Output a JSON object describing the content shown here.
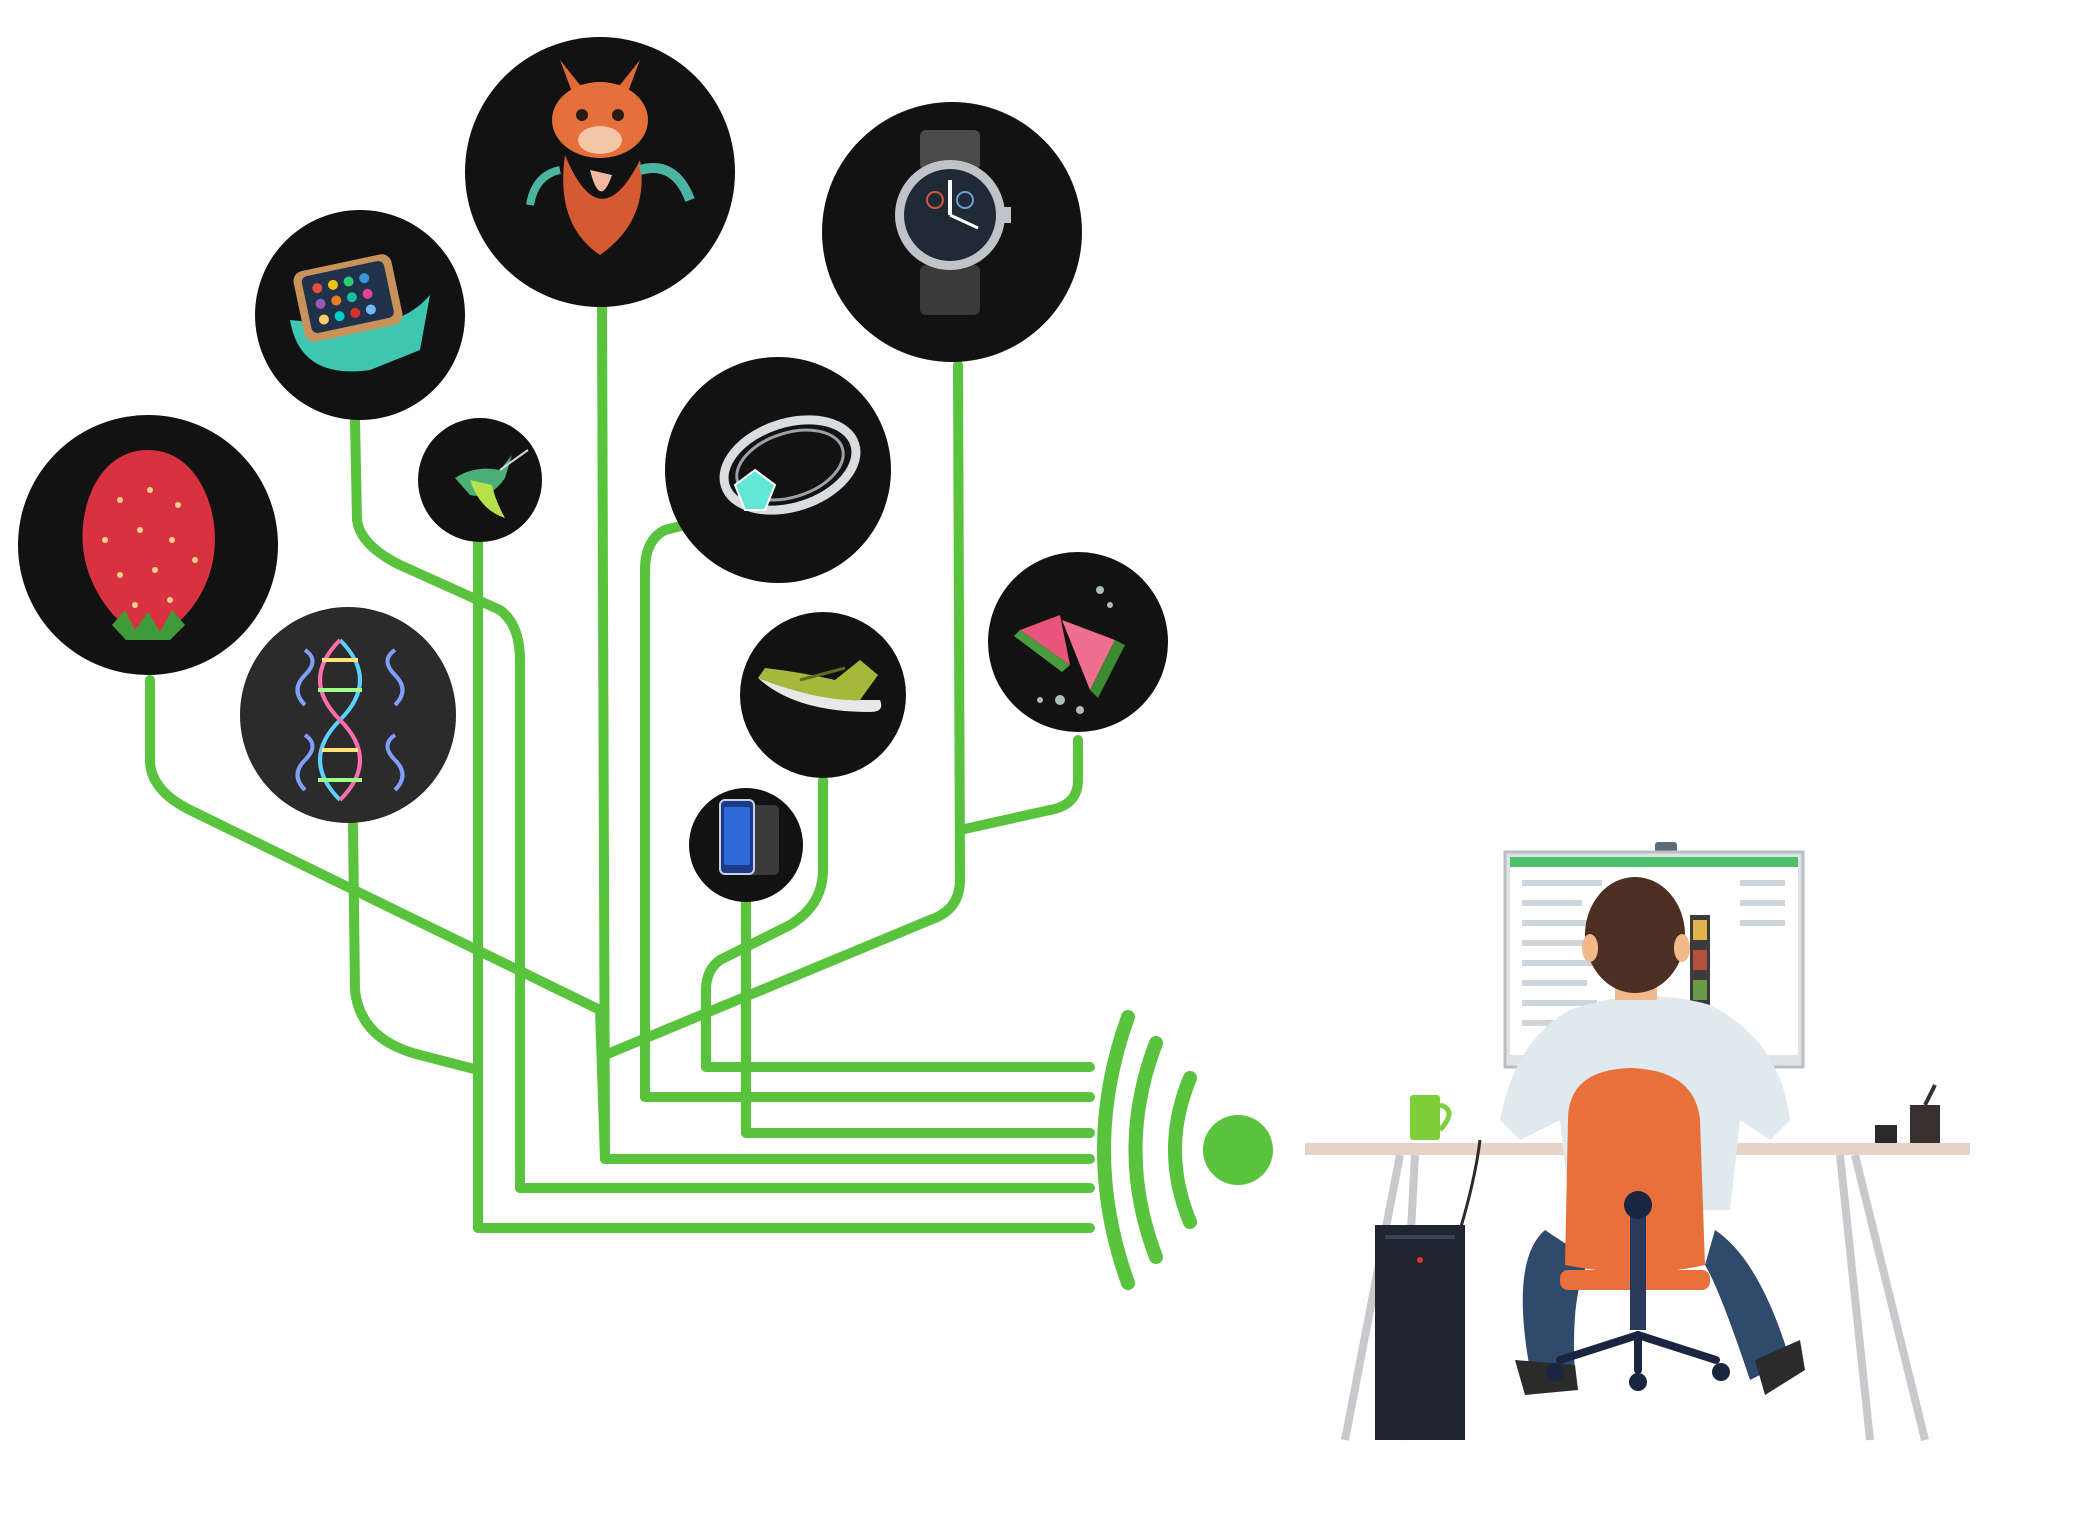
{
  "title": "",
  "colors": {
    "wire": "#59c33e",
    "bubble_dark": "#121212",
    "bubble_gray": "#2b2b2b",
    "chair": "#e8703a",
    "shirt": "#dfe9ee",
    "jeans": "#2f4a6b",
    "desk": "#e7d2c8",
    "monitor_bar": "#4cc06a",
    "hair": "#4a2f22",
    "skin": "#f1b98a",
    "mug": "#7fcf3a",
    "tower": "#1f2632"
  },
  "hologram_items": [
    {
      "name": "strawberry",
      "icon": "strawberry-icon"
    },
    {
      "name": "smartwatch",
      "icon": "smartwatch-icon"
    },
    {
      "name": "hummingbird",
      "icon": "hummingbird-icon"
    },
    {
      "name": "fox",
      "icon": "fox-icon"
    },
    {
      "name": "dna",
      "icon": "dna-icon"
    },
    {
      "name": "ring",
      "icon": "ring-icon"
    },
    {
      "name": "wristwatch",
      "icon": "wristwatch-icon"
    },
    {
      "name": "sneaker",
      "icon": "sneaker-icon"
    },
    {
      "name": "watermelon",
      "icon": "watermelon-icon"
    },
    {
      "name": "smartphone",
      "icon": "smartphone-icon"
    }
  ],
  "workstation": {
    "person": "person-at-desk",
    "monitor": "monitor-with-camera",
    "signal": "broadcast-signal-icon"
  }
}
